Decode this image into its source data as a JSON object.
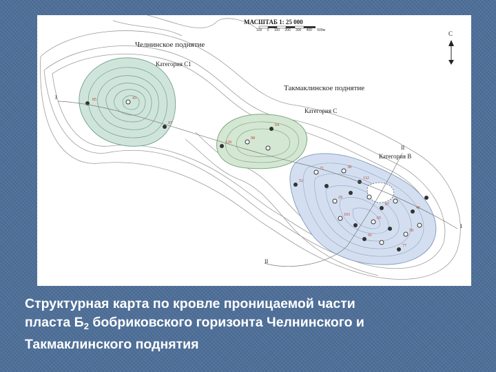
{
  "map": {
    "scale_label": "МАСШТАБ 1: 25 000",
    "scale_ticks": [
      "100",
      "0",
      "100",
      "200",
      "300",
      "400",
      "500м"
    ],
    "north_label": "С",
    "chelninskoe_label": "Челнинское поднятие",
    "category_c1": "Категория С1",
    "takmaklinskoe_label": "Такмаклинское поднятие",
    "category_c": "Категория С",
    "category_b": "Категория В",
    "profile_I_left": "I",
    "profile_I_right": "I",
    "profile_II_top": "II",
    "profile_II_bottom": "II",
    "colors": {
      "c1_fill": "#cfe5dc",
      "c_fill": "#d4e7d3",
      "b_fill": "#d3dff0",
      "contour": "#8c8c8c",
      "well_label": "#c0392b"
    }
  },
  "caption": {
    "line1": "Структурная карта по кровле проницаемой части",
    "line2_prefix": "пласта Б",
    "line2_sub": "2",
    "line2_suffix": " бобриковского горизонта Челнинского и",
    "line3": "Такмаклинского поднятия"
  }
}
